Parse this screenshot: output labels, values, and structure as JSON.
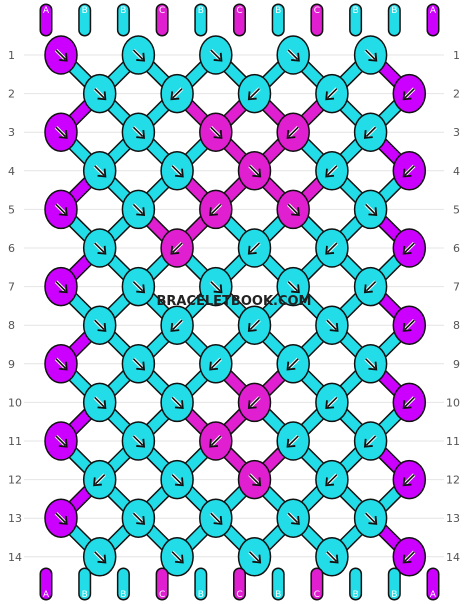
{
  "site": {
    "watermark": "BRACELETBOOK.COM"
  },
  "colors": {
    "A": "#cc00ff",
    "B": "#22dde8",
    "C": "#e020d0"
  },
  "strings_top": [
    "A",
    "B",
    "B",
    "C",
    "B",
    "C",
    "B",
    "C",
    "B",
    "B",
    "A"
  ],
  "strings_bottom": [
    "A",
    "B",
    "B",
    "C",
    "B",
    "C",
    "B",
    "C",
    "B",
    "B",
    "A"
  ],
  "row_labels": [
    "1",
    "2",
    "3",
    "4",
    "5",
    "6",
    "7",
    "8",
    "9",
    "10",
    "11",
    "12",
    "13",
    "14"
  ],
  "knot_rows": [
    [
      {
        "c": "A",
        "d": "f"
      },
      {
        "c": "B",
        "d": "f"
      },
      {
        "c": "B",
        "d": "f"
      },
      {
        "c": "B",
        "d": "f"
      },
      {
        "c": "B",
        "d": "f"
      }
    ],
    [
      {
        "c": "B",
        "d": "f"
      },
      {
        "c": "B",
        "d": "b"
      },
      {
        "c": "B",
        "d": "bf"
      },
      {
        "c": "B",
        "d": "bf"
      },
      {
        "c": "A",
        "d": "bf"
      }
    ],
    [
      {
        "c": "A",
        "d": "f"
      },
      {
        "c": "B",
        "d": "f"
      },
      {
        "c": "C",
        "d": "f"
      },
      {
        "c": "C",
        "d": "b"
      },
      {
        "c": "B",
        "d": "b"
      }
    ],
    [
      {
        "c": "B",
        "d": "f"
      },
      {
        "c": "B",
        "d": "f"
      },
      {
        "c": "C",
        "d": "f"
      },
      {
        "c": "B",
        "d": "bf"
      },
      {
        "c": "A",
        "d": "bf"
      }
    ],
    [
      {
        "c": "A",
        "d": "f"
      },
      {
        "c": "B",
        "d": "f"
      },
      {
        "c": "C",
        "d": "b"
      },
      {
        "c": "C",
        "d": "f"
      },
      {
        "c": "B",
        "d": "f"
      }
    ],
    [
      {
        "c": "B",
        "d": "f"
      },
      {
        "c": "C",
        "d": "b"
      },
      {
        "c": "B",
        "d": "bf"
      },
      {
        "c": "B",
        "d": "b"
      },
      {
        "c": "A",
        "d": "bf"
      }
    ],
    [
      {
        "c": "A",
        "d": "f"
      },
      {
        "c": "B",
        "d": "f"
      },
      {
        "c": "B",
        "d": "f"
      },
      {
        "c": "B",
        "d": "f"
      },
      {
        "c": "B",
        "d": "b"
      }
    ],
    [
      {
        "c": "B",
        "d": "f"
      },
      {
        "c": "B",
        "d": "b"
      },
      {
        "c": "B",
        "d": "b"
      },
      {
        "c": "B",
        "d": "f"
      },
      {
        "c": "A",
        "d": "bf"
      }
    ],
    [
      {
        "c": "A",
        "d": "f"
      },
      {
        "c": "B",
        "d": "f"
      },
      {
        "c": "B",
        "d": "bf"
      },
      {
        "c": "B",
        "d": "bf"
      },
      {
        "c": "B",
        "d": "f"
      }
    ],
    [
      {
        "c": "B",
        "d": "f"
      },
      {
        "c": "B",
        "d": "f"
      },
      {
        "c": "C",
        "d": "b"
      },
      {
        "c": "B",
        "d": "bf"
      },
      {
        "c": "A",
        "d": "bf"
      }
    ],
    [
      {
        "c": "A",
        "d": "f"
      },
      {
        "c": "B",
        "d": "f"
      },
      {
        "c": "C",
        "d": "b"
      },
      {
        "c": "B",
        "d": "b"
      },
      {
        "c": "B",
        "d": "b"
      }
    ],
    [
      {
        "c": "B",
        "d": "b"
      },
      {
        "c": "B",
        "d": "f"
      },
      {
        "c": "C",
        "d": "f"
      },
      {
        "c": "B",
        "d": "bf"
      },
      {
        "c": "A",
        "d": "bf"
      }
    ],
    [
      {
        "c": "A",
        "d": "f"
      },
      {
        "c": "B",
        "d": "f"
      },
      {
        "c": "B",
        "d": "f"
      },
      {
        "c": "B",
        "d": "f"
      },
      {
        "c": "B",
        "d": "f"
      }
    ],
    [
      {
        "c": "B",
        "d": "f"
      },
      {
        "c": "B",
        "d": "f"
      },
      {
        "c": "B",
        "d": "f"
      },
      {
        "c": "B",
        "d": "f"
      },
      {
        "c": "A",
        "d": "bf"
      }
    ]
  ]
}
